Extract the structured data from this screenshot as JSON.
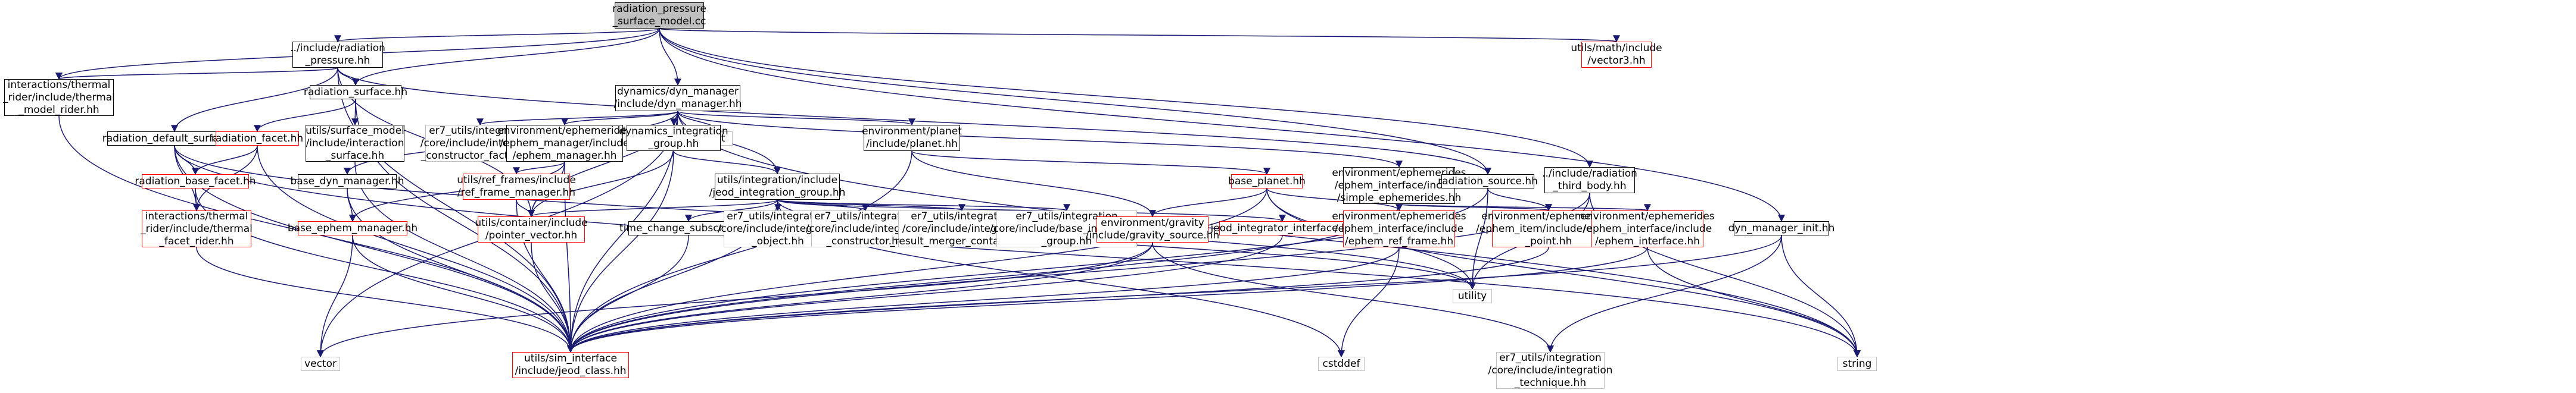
{
  "colors": {
    "edge_internal": "#191970",
    "edge_red": "#ff0000",
    "edge_gray": "#b3b3b3",
    "root_fill": "#bfbfbf"
  },
  "nodes": {
    "root": {
      "label": "radiation_pressure\n_surface_model.cc",
      "style": "root"
    },
    "inc_rad_press": {
      "label": "../include/radiation\n_pressure.hh",
      "style": "black"
    },
    "vector3": {
      "label": "utils/math/include\n/vector3.hh",
      "style": "red"
    },
    "thermal_rider": {
      "label": "interactions/thermal\n_rider/include/thermal\n_model_rider.hh",
      "style": "black"
    },
    "rad_surface": {
      "label": "radiation_surface.hh",
      "style": "black"
    },
    "dyn_manager": {
      "label": "dynamics/dyn_manager\n/include/dyn_manager.hh",
      "style": "black"
    },
    "rad_default_surface": {
      "label": "radiation_default_surface.hh",
      "style": "black"
    },
    "rad_facet": {
      "label": "radiation_facet.hh",
      "style": "red"
    },
    "surface_model_iface": {
      "label": "utils/surface_model\n/include/interaction\n_surface.hh",
      "style": "black"
    },
    "ctor_factory": {
      "label": "er7_utils/integration\n/core/include/integrator\n_constructor_factory.hh",
      "style": "gray"
    },
    "ephem_manager": {
      "label": "environment/ephemerides\n/ephem_manager/include\n/ephem_manager.hh",
      "style": "black"
    },
    "list": {
      "label": "list",
      "style": "gray"
    },
    "dyn_integ_group": {
      "label": "dynamics_integration\n_group.hh",
      "style": "black"
    },
    "planet": {
      "label": "environment/planet\n/include/planet.hh",
      "style": "black"
    },
    "base_dyn_manager": {
      "label": "base_dyn_manager.hh",
      "style": "black"
    },
    "ref_frame_manager": {
      "label": "utils/ref_frames/include\n/ref_frame_manager.hh",
      "style": "red"
    },
    "jeod_integ_group": {
      "label": "utils/integration/include\n/jeod_integration_group.hh",
      "style": "black"
    },
    "rad_base_facet": {
      "label": "radiation_base_facet.hh",
      "style": "red"
    },
    "thermal_facet_rider": {
      "label": "interactions/thermal\n_rider/include/thermal\n_facet_rider.hh",
      "style": "red"
    },
    "base_ephem_manager": {
      "label": "base_ephem_manager.hh",
      "style": "red"
    },
    "pointer_vector": {
      "label": "utils/container/include\n/pointer_vector.hh",
      "style": "red"
    },
    "time_change_sub": {
      "label": "time_change_subscriber.hh",
      "style": "black"
    },
    "integrable_object": {
      "label": "er7_utils/integration\n/core/include/integrable\n_object.hh",
      "style": "gray"
    },
    "integ_constructor": {
      "label": "er7_utils/integration\n/core/include/integrator\n_constructor.hh",
      "style": "gray"
    },
    "result_merger": {
      "label": "er7_utils/integration\n/core/include/integrator\n_result_merger_container.hh",
      "style": "gray"
    },
    "base_integ_group": {
      "label": "er7_utils/integration\n/core/include/base_integration\n_group.hh",
      "style": "gray"
    },
    "base_planet": {
      "label": "base_planet.hh",
      "style": "red"
    },
    "gravity_source": {
      "label": "environment/gravity\n/include/gravity_source.hh",
      "style": "red"
    },
    "jeod_integ_iface": {
      "label": "jeod_integrator_interface.hh",
      "style": "red"
    },
    "simple_ephem": {
      "label": "environment/ephemerides\n/ephem_interface/include\n/simple_ephemerides.hh",
      "style": "black"
    },
    "ephem_ref_frame": {
      "label": "environment/ephemerides\n/ephem_interface/include\n/ephem_ref_frame.hh",
      "style": "red"
    },
    "rad_source": {
      "label": "radiation_source.hh",
      "style": "black"
    },
    "ephem_point": {
      "label": "environment/ephemerides\n/ephem_item/include/ephem\n_point.hh",
      "style": "red"
    },
    "ephem_interface": {
      "label": "environment/ephemerides\n/ephem_interface/include\n/ephem_interface.hh",
      "style": "red"
    },
    "third_body": {
      "label": "../include/radiation\n_third_body.hh",
      "style": "black"
    },
    "dyn_manager_init": {
      "label": "dyn_manager_init.hh",
      "style": "black"
    },
    "utility": {
      "label": "utility",
      "style": "gray"
    },
    "cstddef": {
      "label": "cstddef",
      "style": "gray"
    },
    "string": {
      "label": "string",
      "style": "gray"
    },
    "vector": {
      "label": "vector",
      "style": "gray"
    },
    "integ_technique": {
      "label": "er7_utils/integration\n/core/include/integration\n_technique.hh",
      "style": "gray"
    },
    "jeod_class": {
      "label": "utils/sim_interface\n/include/jeod_class.hh",
      "style": "red"
    }
  },
  "edges": [
    [
      "root",
      "inc_rad_press"
    ],
    [
      "root",
      "vector3"
    ],
    [
      "root",
      "thermal_rider"
    ],
    [
      "root",
      "rad_surface"
    ],
    [
      "root",
      "dyn_manager"
    ],
    [
      "root",
      "rad_source"
    ],
    [
      "root",
      "third_body"
    ],
    [
      "root",
      "dyn_manager_init"
    ],
    [
      "inc_rad_press",
      "thermal_rider"
    ],
    [
      "inc_rad_press",
      "rad_surface"
    ],
    [
      "inc_rad_press",
      "rad_default_surface"
    ],
    [
      "inc_rad_press",
      "jeod_class"
    ],
    [
      "inc_rad_press",
      "pointer_vector"
    ],
    [
      "inc_rad_press",
      "rad_source"
    ],
    [
      "thermal_rider",
      "jeod_class"
    ],
    [
      "rad_surface",
      "rad_facet"
    ],
    [
      "rad_surface",
      "surface_model_iface"
    ],
    [
      "rad_surface",
      "jeod_class"
    ],
    [
      "rad_default_surface",
      "rad_base_facet"
    ],
    [
      "rad_default_surface",
      "thermal_facet_rider"
    ],
    [
      "rad_default_surface",
      "jeod_class"
    ],
    [
      "rad_default_surface",
      "string"
    ],
    [
      "rad_default_surface",
      "utility"
    ],
    [
      "rad_facet",
      "rad_base_facet"
    ],
    [
      "rad_facet",
      "thermal_facet_rider"
    ],
    [
      "rad_facet",
      "jeod_class"
    ],
    [
      "surface_model_iface",
      "jeod_class"
    ],
    [
      "rad_base_facet",
      "thermal_facet_rider"
    ],
    [
      "rad_base_facet",
      "jeod_class"
    ],
    [
      "thermal_facet_rider",
      "jeod_class"
    ],
    [
      "dyn_manager",
      "ctor_factory"
    ],
    [
      "dyn_manager",
      "ephem_manager"
    ],
    [
      "dyn_manager",
      "list"
    ],
    [
      "dyn_manager",
      "dyn_integ_group"
    ],
    [
      "dyn_manager",
      "planet"
    ],
    [
      "dyn_manager",
      "base_dyn_manager"
    ],
    [
      "dyn_manager",
      "jeod_integ_group"
    ],
    [
      "dyn_manager",
      "simple_ephem"
    ],
    [
      "dyn_manager",
      "jeod_class"
    ],
    [
      "dyn_manager",
      "pointer_vector"
    ],
    [
      "dyn_manager",
      "vector"
    ],
    [
      "dyn_manager",
      "string"
    ],
    [
      "ephem_manager",
      "base_ephem_manager"
    ],
    [
      "ephem_manager",
      "ref_frame_manager"
    ],
    [
      "ephem_manager",
      "pointer_vector"
    ],
    [
      "ephem_manager",
      "jeod_class"
    ],
    [
      "dyn_integ_group",
      "jeod_integ_group"
    ],
    [
      "dyn_integ_group",
      "pointer_vector"
    ],
    [
      "dyn_integ_group",
      "jeod_class"
    ],
    [
      "planet",
      "base_planet"
    ],
    [
      "planet",
      "gravity_source"
    ],
    [
      "planet",
      "jeod_class"
    ],
    [
      "base_dyn_manager",
      "base_ephem_manager"
    ],
    [
      "base_dyn_manager",
      "jeod_class"
    ],
    [
      "ref_frame_manager",
      "pointer_vector"
    ],
    [
      "ref_frame_manager",
      "jeod_class"
    ],
    [
      "jeod_integ_group",
      "time_change_sub"
    ],
    [
      "jeod_integ_group",
      "integrable_object"
    ],
    [
      "jeod_integ_group",
      "integ_constructor"
    ],
    [
      "jeod_integ_group",
      "result_merger"
    ],
    [
      "jeod_integ_group",
      "base_integ_group"
    ],
    [
      "jeod_integ_group",
      "jeod_integ_iface"
    ],
    [
      "jeod_integ_group",
      "pointer_vector"
    ],
    [
      "jeod_integ_group",
      "jeod_class"
    ],
    [
      "jeod_integ_group",
      "cstddef"
    ],
    [
      "jeod_integ_group",
      "utility"
    ],
    [
      "base_ephem_manager",
      "jeod_class"
    ],
    [
      "base_ephem_manager",
      "vector"
    ],
    [
      "pointer_vector",
      "jeod_class"
    ],
    [
      "time_change_sub",
      "jeod_class"
    ],
    [
      "base_planet",
      "gravity_source"
    ],
    [
      "base_planet",
      "ephem_ref_frame"
    ],
    [
      "base_planet",
      "jeod_class"
    ],
    [
      "base_planet",
      "utility"
    ],
    [
      "base_planet",
      "string"
    ],
    [
      "gravity_source",
      "jeod_class"
    ],
    [
      "gravity_source",
      "vector"
    ],
    [
      "gravity_source",
      "integ_technique"
    ],
    [
      "jeod_integ_iface",
      "jeod_class"
    ],
    [
      "simple_ephem",
      "ephem_ref_frame"
    ],
    [
      "simple_ephem",
      "ephem_point"
    ],
    [
      "simple_ephem",
      "ephem_interface"
    ],
    [
      "simple_ephem",
      "jeod_class"
    ],
    [
      "ephem_ref_frame",
      "jeod_class"
    ],
    [
      "ephem_ref_frame",
      "cstddef"
    ],
    [
      "rad_source",
      "utility"
    ],
    [
      "rad_source",
      "ephem_point"
    ],
    [
      "rad_source",
      "jeod_class"
    ],
    [
      "ephem_point",
      "jeod_class"
    ],
    [
      "ephem_interface",
      "jeod_class"
    ],
    [
      "ephem_interface",
      "string"
    ],
    [
      "third_body",
      "utility"
    ],
    [
      "third_body",
      "jeod_class"
    ],
    [
      "third_body",
      "string"
    ],
    [
      "dyn_manager_init",
      "jeod_class"
    ],
    [
      "dyn_manager_init",
      "integ_technique"
    ],
    [
      "dyn_manager_init",
      "string"
    ]
  ]
}
